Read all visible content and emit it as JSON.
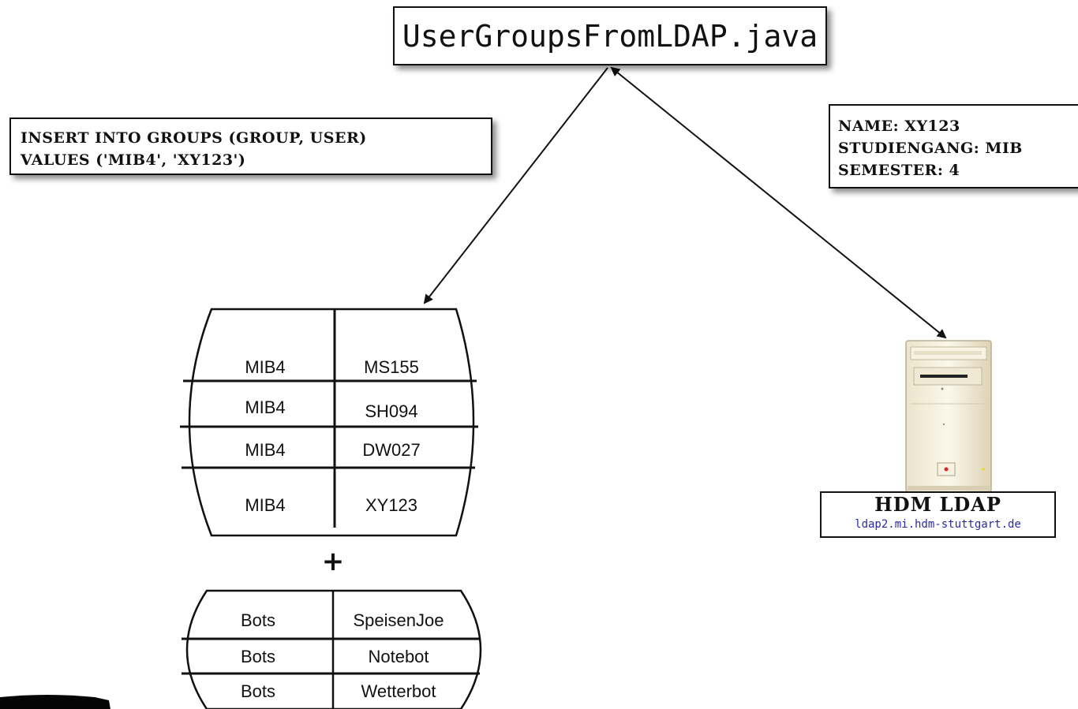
{
  "java_file": "UserGroupsFromLDAP.java",
  "sql_statement": {
    "line1": "INSERT INTO GROUPS (GROUP, USER)",
    "line2": "VALUES ('MIB4', 'XY123')"
  },
  "ldap_info": {
    "name": "NAME: XY123",
    "studiengang": "STUDIENGANG: MIB",
    "semester": "SEMESTER: 4"
  },
  "server": {
    "title": "HDM LDAP",
    "host": "ldap2.mi.hdm-stuttgart.de"
  },
  "plus": "+",
  "groups_table": [
    {
      "group": "MIB4",
      "user": "MS155"
    },
    {
      "group": "MIB4",
      "user": "SH094"
    },
    {
      "group": "MIB4",
      "user": "DW027"
    },
    {
      "group": "MIB4",
      "user": "XY123"
    }
  ],
  "bots_table": [
    {
      "group": "Bots",
      "user": "SpeisenJoe"
    },
    {
      "group": "Bots",
      "user": "Notebot"
    },
    {
      "group": "Bots",
      "user": "Wetterbot"
    }
  ],
  "colors": {
    "line": "#111111",
    "host_text": "#2a2aa6",
    "server_body": "#f2ecd9"
  },
  "icons": [
    "server-tower-icon"
  ]
}
